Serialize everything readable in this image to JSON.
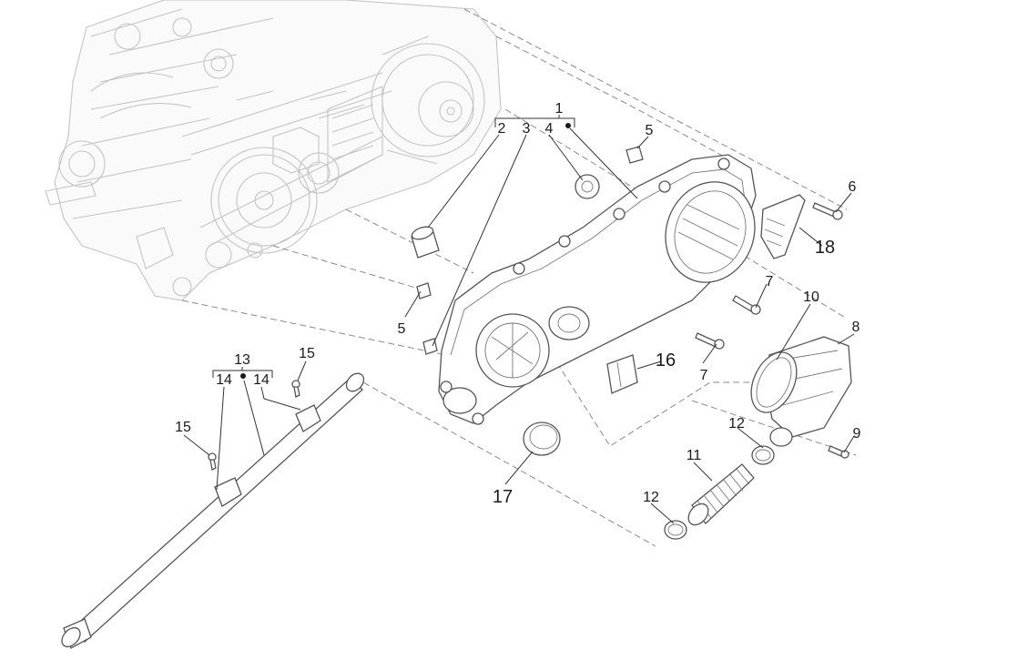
{
  "diagram": {
    "labels": {
      "l1": "1",
      "l2": "2",
      "l3": "3",
      "l4": "4",
      "l5a": "5",
      "l5b": "5",
      "l6": "6",
      "l7a": "7",
      "l7b": "7",
      "l8": "8",
      "l9": "9",
      "l10": "10",
      "l11": "11",
      "l12a": "12",
      "l12b": "12",
      "l13": "13",
      "l14a": "14",
      "l14b": "14",
      "l15a": "15",
      "l15b": "15",
      "l16": "16",
      "l17": "17",
      "l18": "18"
    },
    "colors": {
      "line": "#333333",
      "engine_line": "#c4c4c4",
      "dash": "#8a8a8a"
    }
  }
}
